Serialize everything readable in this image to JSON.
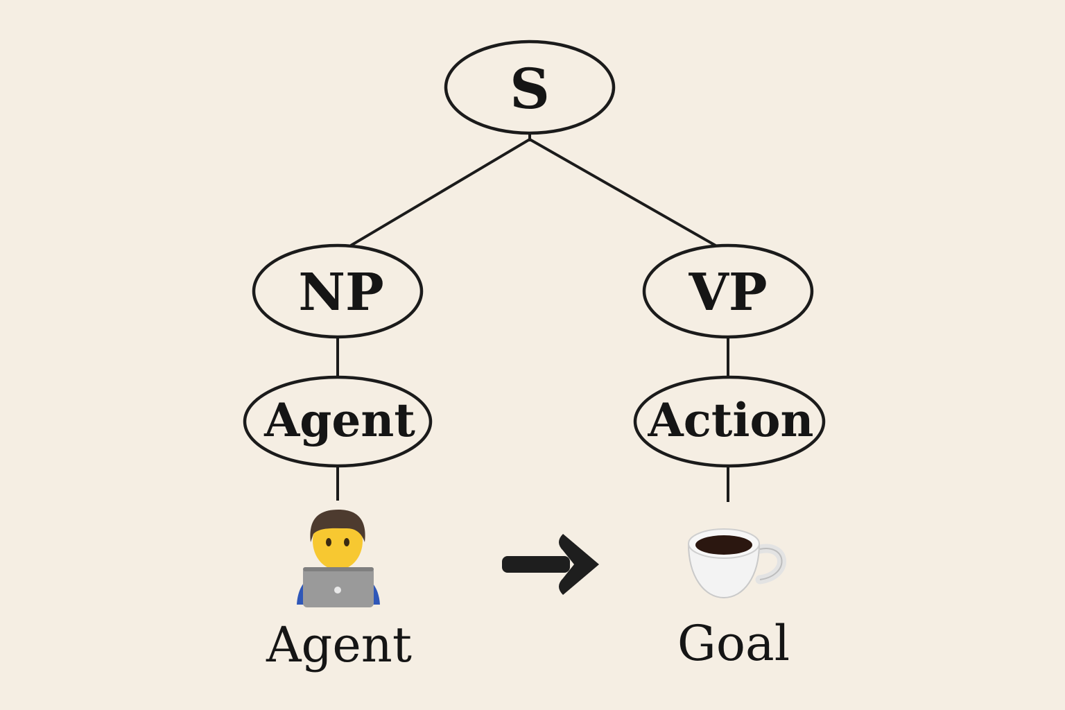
{
  "diagram": {
    "root": {
      "label": "S"
    },
    "left_branch": {
      "phrase": {
        "label": "NP"
      },
      "role": {
        "label": "Agent"
      },
      "icon": "man-technologist-icon",
      "caption": "Agent"
    },
    "right_branch": {
      "phrase": {
        "label": "VP"
      },
      "role": {
        "label": "Action"
      },
      "icon": "coffee-cup-icon",
      "caption": "Goal"
    },
    "connector_icon": "right-arrow-icon"
  },
  "colors": {
    "background": "#f5eee3",
    "ink": "#1b1b1b"
  }
}
